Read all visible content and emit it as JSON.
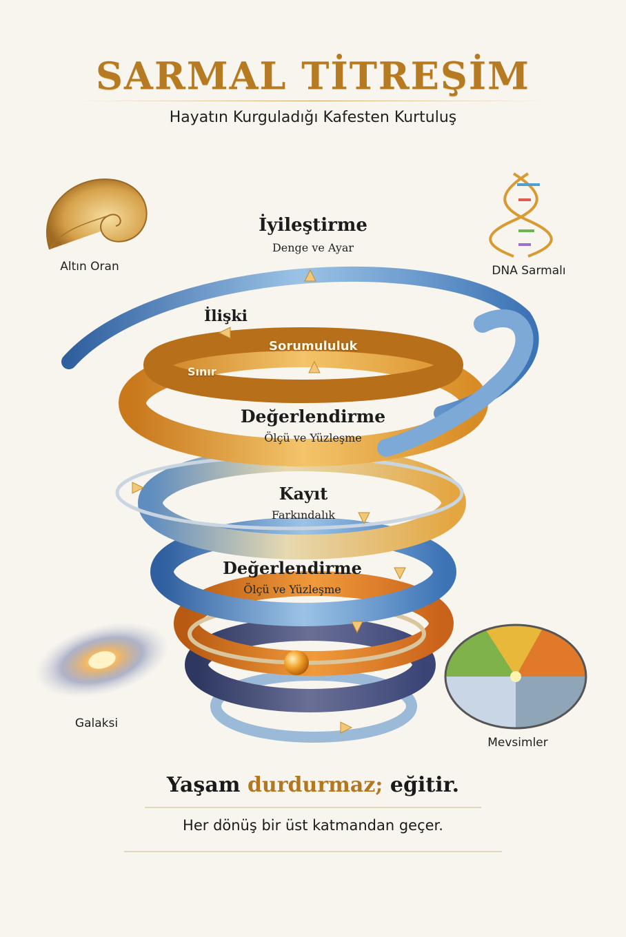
{
  "header": {
    "title": "SARMAL TİTREŞİM",
    "subtitle": "Hayatın Kurguladığı Kafesten Kurtuluş"
  },
  "corners": {
    "top_left": "Altın Oran",
    "top_right": "DNA Sarmalı",
    "bottom_left": "Galaksi",
    "bottom_right": "Mevsimler"
  },
  "stages": [
    {
      "title": "İyileştirme",
      "subtitle": "Denge ve Ayar"
    },
    {
      "title": "İlişki"
    },
    {
      "title": "Sorumululuk"
    },
    {
      "title": "Sınır"
    },
    {
      "title": "Değerlendirme",
      "subtitle": "Ölçü ve Yüzleşme"
    },
    {
      "title": "Kayıt",
      "subtitle": "Farkındalık"
    },
    {
      "title": "Değerlendirme",
      "subtitle": "Ölçü ve Yüzleşme"
    }
  ],
  "footer": {
    "line_prefix": "Yaşam ",
    "line_accent": "durdurmaz;",
    "line_suffix": " eğitir.",
    "tagline": "Her dönüş bir üst katmandan geçer."
  },
  "colors": {
    "gold": "#e0a33c",
    "orange": "#d9761f",
    "blue": "#6f9fcf",
    "navy": "#3f4f7a",
    "title_gold": "#b57a22"
  },
  "icons": [
    "nautilus-shell-icon",
    "dna-helix-icon",
    "galaxy-icon",
    "seasons-wheel-icon"
  ]
}
